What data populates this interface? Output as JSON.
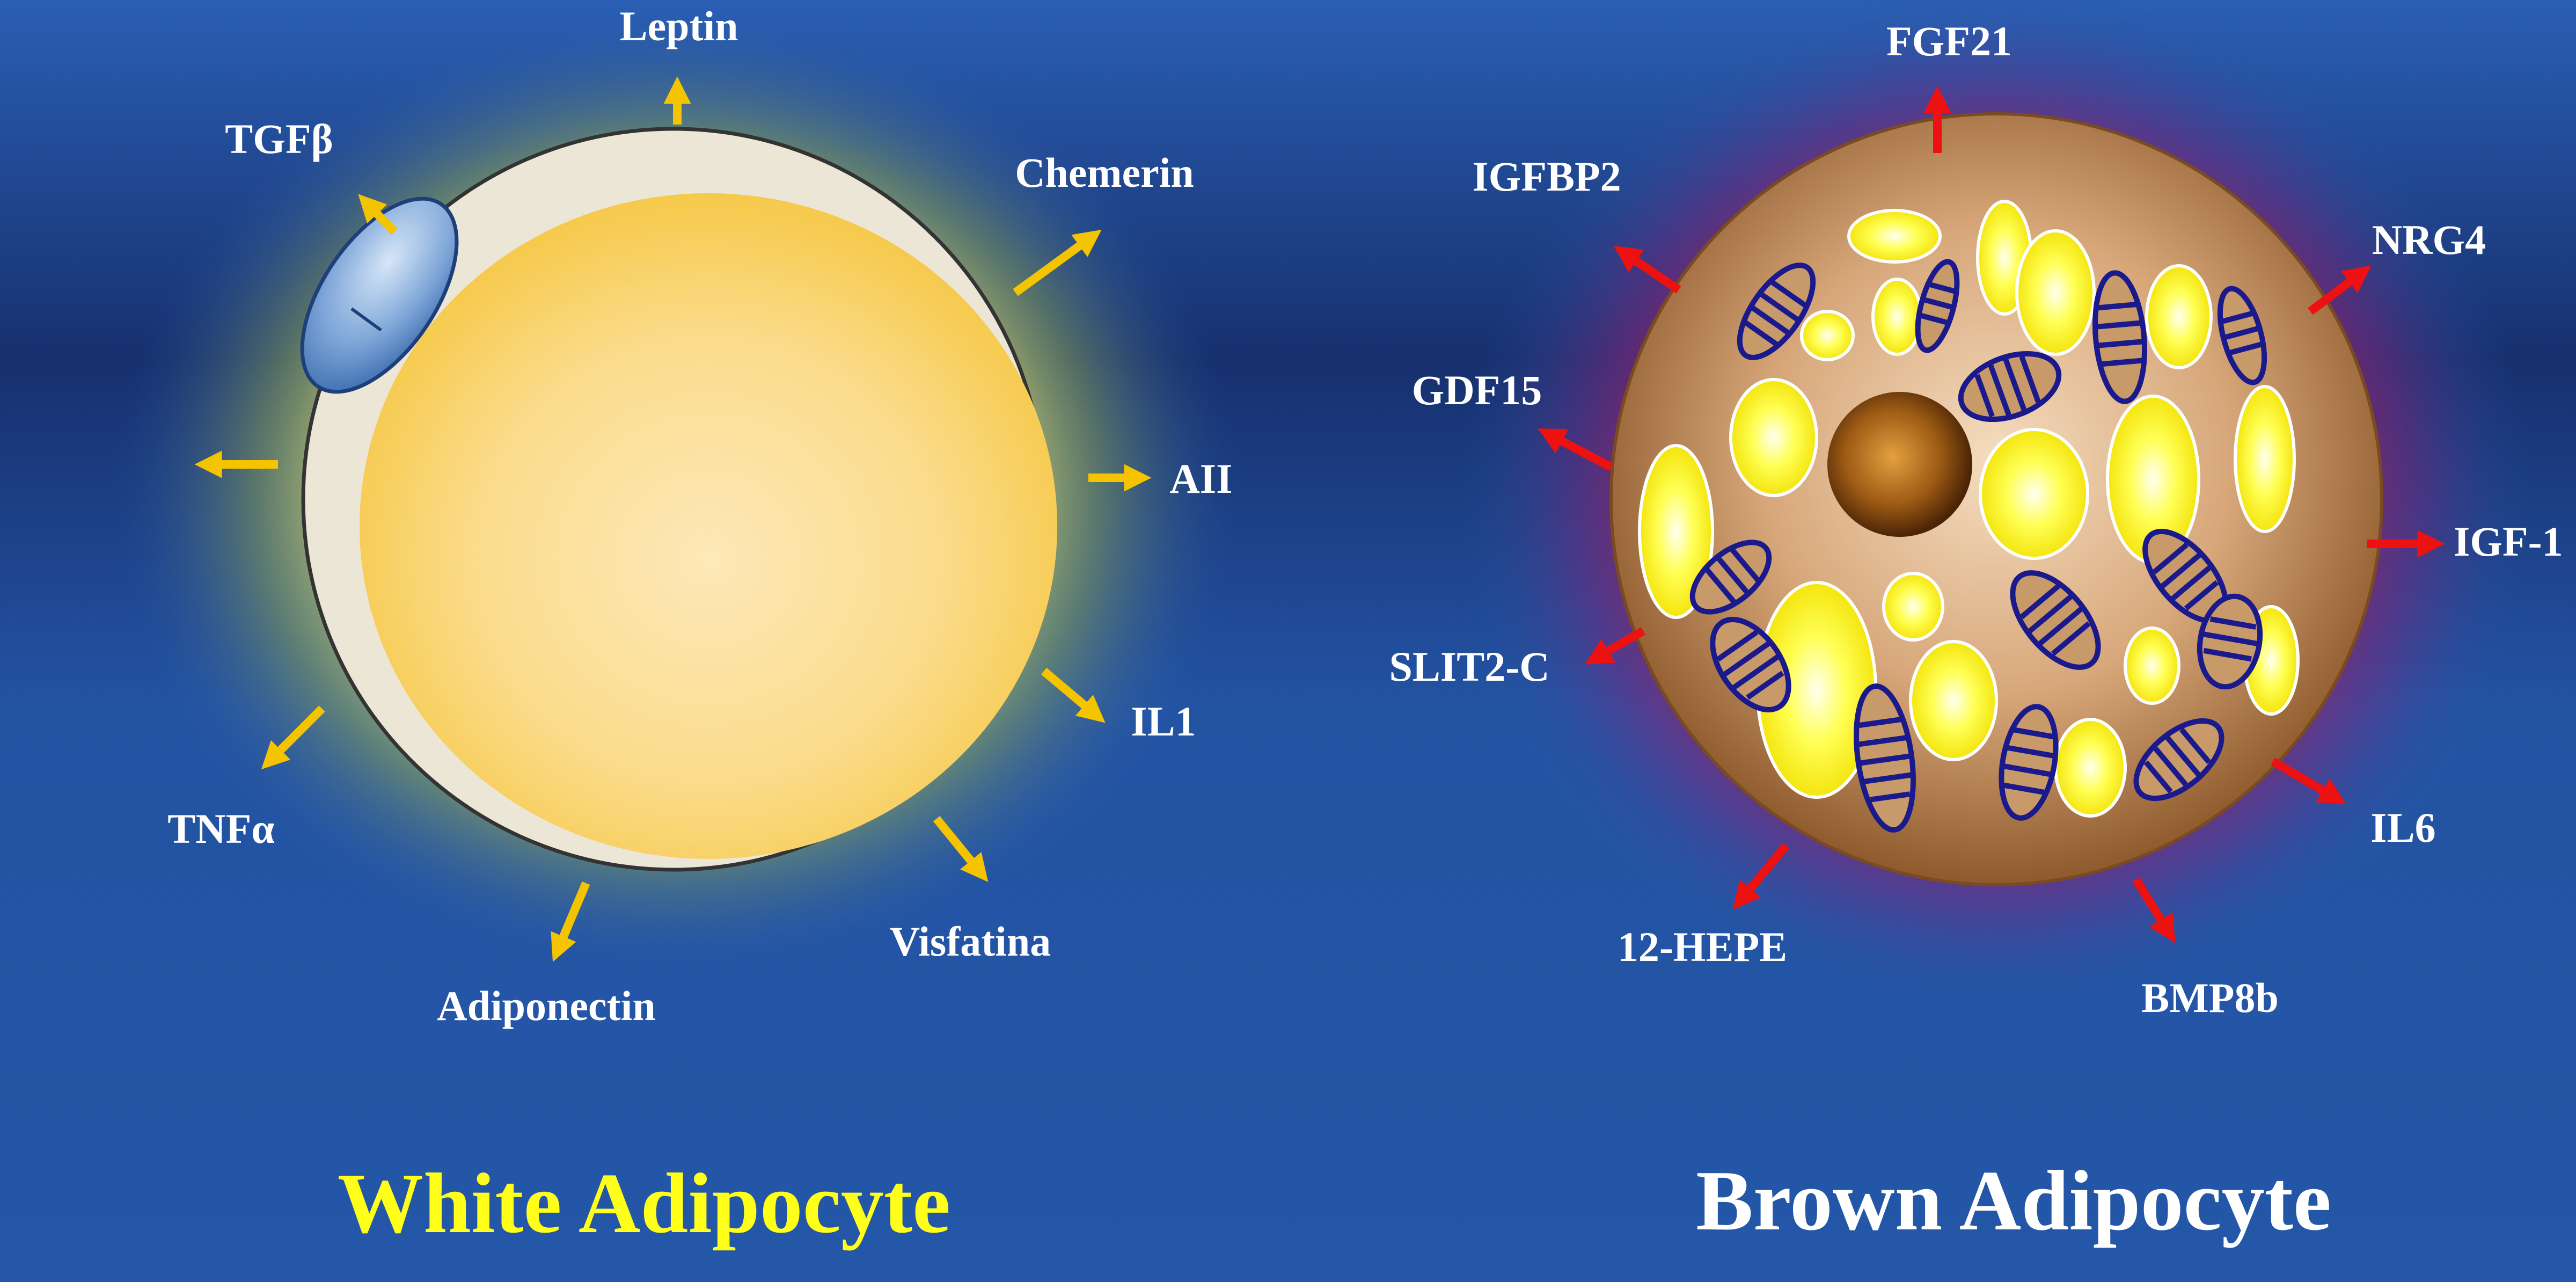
{
  "colors": {
    "background": "#2457a8",
    "label_text": "#ffffff",
    "white_title": "#ffff1a",
    "brown_title": "#ffffff",
    "white_arrow": "#f5c400",
    "brown_arrow": "#ee1111",
    "lipid_yellow": "#ffff22",
    "mitochondria": "#1a1a8c"
  },
  "white_adipocyte": {
    "title": "White Adipocyte",
    "secreted_factors": [
      "Leptin",
      "TGFβ",
      "Chemerin",
      "AII",
      "IL1",
      "Visfatina",
      "Adiponectin",
      "TNFα"
    ]
  },
  "brown_adipocyte": {
    "title": "Brown Adipocyte",
    "secreted_factors": [
      "FGF21",
      "IGFBP2",
      "NRG4",
      "GDF15",
      "IGF-1",
      "SLIT2-C",
      "IL6",
      "12-HEPE",
      "BMP8b"
    ]
  }
}
